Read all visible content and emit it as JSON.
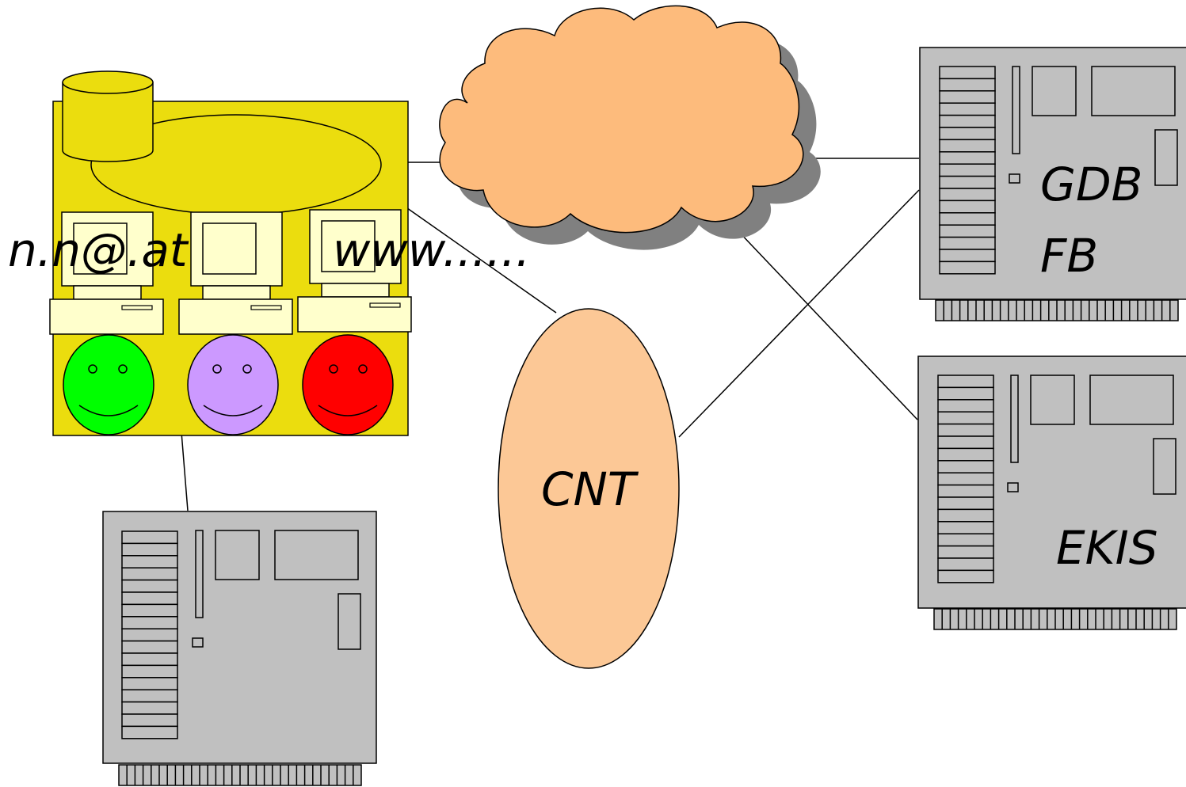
{
  "labels": {
    "email": "n.n@.at",
    "web": "www......",
    "cnt": "CNT",
    "gdb": "GDB",
    "fb": "FB",
    "ekis": "EKIS"
  },
  "nodes": {
    "lan": {
      "users": [
        "green-user",
        "purple-user",
        "red-user"
      ]
    },
    "servers": [
      "gdb-fb-server",
      "ekis-server",
      "mail-server"
    ],
    "cloud": "internet-cloud",
    "cnt": "cnt-node"
  },
  "colors": {
    "lan_background": "#EBDD0E",
    "cloud": "#FDBB7C",
    "cnt": "#FCC896",
    "server": "#C0C0C0",
    "computer": "#FFFFCC",
    "user_green": "#00FF00",
    "user_purple": "#CC99FF",
    "user_red": "#FF0000"
  }
}
